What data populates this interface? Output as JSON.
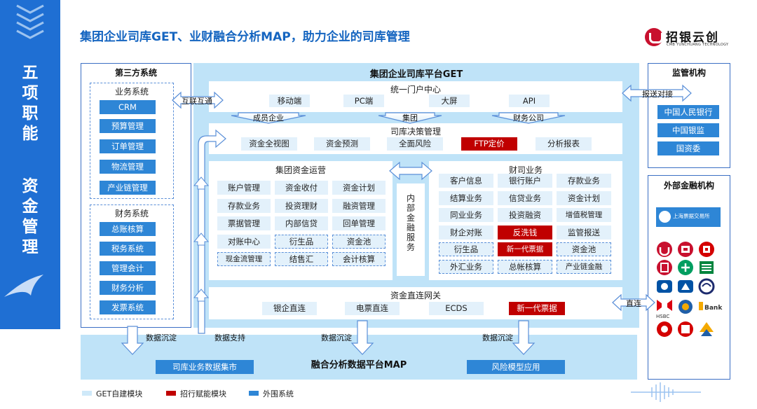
{
  "page": {
    "title": "集团企业司库GET、业财融合分析MAP，助力企业的司库管理",
    "banner_text_top": [
      "五",
      "项",
      "职",
      "能"
    ],
    "banner_text_bottom": [
      "资",
      "金",
      "管",
      "理"
    ],
    "logo_cn": "招银云创",
    "logo_en": "CMB YUNCHUANG TECHNOLOGY"
  },
  "third_party": {
    "title": "第三方系统",
    "business": {
      "title": "业务系统",
      "items": [
        "CRM",
        "预算管理",
        "订单管理",
        "物流管理",
        "产业链管理"
      ]
    },
    "finance": {
      "title": "财务系统",
      "items": [
        "总账核算",
        "税务系统",
        "管理会计",
        "财务分析",
        "发票系统"
      ]
    }
  },
  "get_platform": {
    "title": "集团企业司库平台GET",
    "portal": {
      "title": "统一门户中心",
      "items": [
        "移动端",
        "PC端",
        "大屏",
        "API"
      ]
    },
    "portal_flows": [
      "成员企业",
      "集团",
      "财务公司"
    ],
    "decision": {
      "title": "司库决策管理",
      "items": [
        "资金全视图",
        "资金预测",
        "全面风险",
        "FTP定价",
        "分析报表"
      ]
    },
    "group_ops": {
      "title": "集团资金运营",
      "rows": [
        [
          "账户管理",
          "资金收付",
          "资金计划"
        ],
        [
          "存款业务",
          "投资理财",
          "融资管理"
        ],
        [
          "票据管理",
          "内部信贷",
          "回单管理"
        ],
        [
          "对账中心",
          "衍生品",
          "资金池"
        ],
        [
          "现金流管理",
          "结售汇",
          "会计核算"
        ]
      ]
    },
    "internal_service": "内部金融服务",
    "finance_co": {
      "title": "财司业务",
      "rows": [
        [
          "客户信息",
          "银行账户",
          "存款业务"
        ],
        [
          "结算业务",
          "信贷业务",
          "资金计划"
        ],
        [
          "同业业务",
          "投资融资",
          "增值税管理"
        ],
        [
          "财企对账",
          "反洗钱",
          "监管报送"
        ],
        [
          "衍生品",
          "新一代票据",
          "资金池"
        ],
        [
          "外汇业务",
          "总帐核算",
          "产业链金融"
        ]
      ]
    },
    "gateway": {
      "title": "资金直连网关",
      "items": [
        "银企直连",
        "电票直连",
        "ECDS",
        "新一代票据"
      ]
    }
  },
  "map_platform": {
    "title": "融合分析数据平台MAP",
    "left": "司库业务数据集市",
    "right": "风险模型应用"
  },
  "flows": {
    "interconnect": "互联互通",
    "report": "报送对接",
    "direct": "直连",
    "data_sink": "数据沉淀",
    "data_support": "数据支持"
  },
  "regulators": {
    "title": "监管机构",
    "items": [
      "中国人民银行",
      "中国银监",
      "国资委"
    ]
  },
  "external": {
    "title": "外部金融机构",
    "exchange": "上海票据交易所",
    "bank_word": "Bank",
    "hsbc": "HSBC"
  },
  "legend": [
    {
      "label": "GET自建模块",
      "color": "#cfe9f9"
    },
    {
      "label": "招行赋能模块",
      "color": "#c00000"
    },
    {
      "label": "外围系统",
      "color": "#2e86d6"
    }
  ],
  "colors": {
    "accent": "#1f6fd3",
    "light": "#bfe3f8",
    "red": "#c00000",
    "blue": "#2e86d6"
  }
}
